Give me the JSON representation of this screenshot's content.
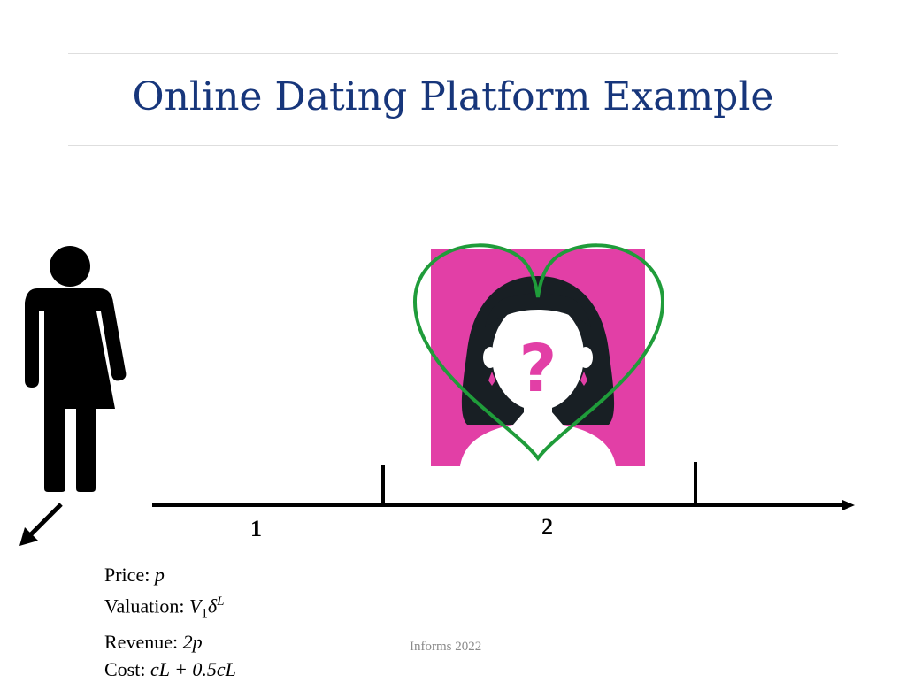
{
  "slide": {
    "title": "Online Dating Platform Example",
    "footer": "Informs 2022"
  },
  "timeline": {
    "labels": [
      "1",
      "2"
    ]
  },
  "person": {
    "icon": "person-icon",
    "exit_arrow": "arrow-down-left-icon"
  },
  "match": {
    "icon": "mystery-woman-icon",
    "heart": "heart-outline-icon",
    "colors": {
      "background": "#e23fa6",
      "heart": "#1f9c3a",
      "hair": "#181f24"
    }
  },
  "info": {
    "price_label": "Price: ",
    "price_value": "p",
    "valuation_label": "Valuation: ",
    "valuation_value": "V",
    "valuation_sub": "1",
    "valuation_delta": "δ",
    "valuation_sup": "L",
    "revenue_label": "Revenue: ",
    "revenue_value": "2p",
    "cost_label": "Cost: ",
    "cost_value": "cL + 0.5cL"
  }
}
